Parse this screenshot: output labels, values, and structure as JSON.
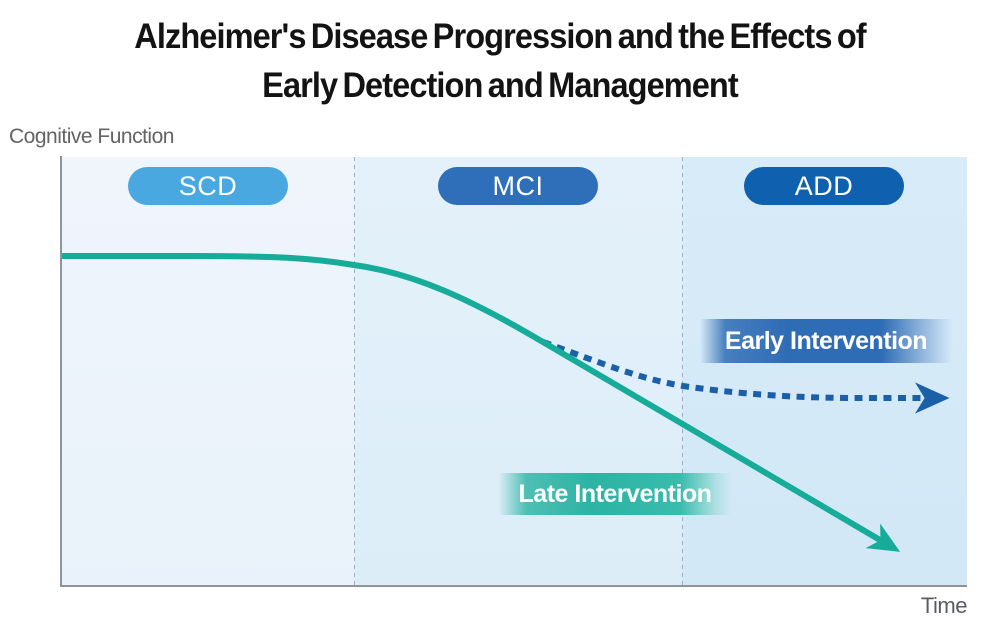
{
  "title": {
    "line1": "Alzheimer's Disease Progression and the Effects of",
    "line2": "Early Detection and Management"
  },
  "axes": {
    "y_label": "Cognitive Function",
    "x_label": "Time"
  },
  "stages": [
    {
      "label": "SCD"
    },
    {
      "label": "MCI"
    },
    {
      "label": "ADD"
    }
  ],
  "annotations": {
    "early_label": "Early Intervention",
    "late_label": "Late Intervention"
  },
  "colors": {
    "scd-badge": "#49a8e0",
    "mci-badge": "#2f6fb9",
    "add-badge": "#0f60af",
    "curve-teal": "#17ab9a",
    "curve-blue": "#1a5fa8",
    "separator": "#9fb0bd",
    "zone1": "#edf4fb",
    "zone2": "#e0effa",
    "zone3": "#d5e9f7",
    "axis": "#909499"
  },
  "chart_data": {
    "type": "line",
    "title": "Alzheimer's Disease Progression and the Effects of Early Detection and Management",
    "xlabel": "Time",
    "ylabel": "Cognitive Function",
    "x_range": [
      0,
      100
    ],
    "y_range": [
      0,
      100
    ],
    "axis_ticks": "none (qualitative/conceptual chart)",
    "grid": false,
    "zones": [
      {
        "label": "SCD",
        "x_start": 0,
        "x_end": 32
      },
      {
        "label": "MCI",
        "x_start": 32,
        "x_end": 68
      },
      {
        "label": "ADD",
        "x_start": 68,
        "x_end": 100
      }
    ],
    "series": [
      {
        "name": "Late Intervention",
        "style": "solid",
        "color": "#17ab9a",
        "arrow_end": true,
        "x": [
          0,
          15,
          32,
          40,
          46,
          53,
          59,
          68,
          77,
          84,
          93
        ],
        "y": [
          77,
          77,
          75,
          70,
          63,
          57,
          49,
          39,
          27,
          19,
          8
        ]
      },
      {
        "name": "Early Intervention",
        "style": "dotted",
        "color": "#1a5fa8",
        "arrow_end": true,
        "branches_from": "Late Intervention at x=53",
        "x": [
          53,
          59,
          69,
          77,
          87,
          98
        ],
        "y": [
          57,
          53,
          47,
          45,
          44,
          44
        ]
      }
    ],
    "legend_position": "inline annotation labels on chart"
  }
}
